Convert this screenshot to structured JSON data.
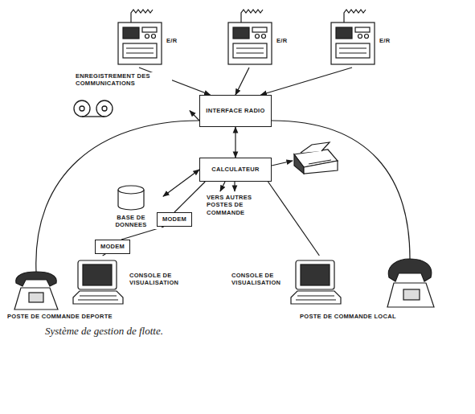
{
  "diagram": {
    "caption": "Système de gestion de flotte.",
    "nodes": [
      {
        "text": [
          "E/R"
        ]
      },
      {
        "text": [
          "E/R"
        ]
      },
      {
        "text": [
          "E/R"
        ]
      },
      {
        "text": [
          "ENREGISTREMENT DES COMMUNICATIONS"
        ]
      },
      {
        "text": [
          "INTERFACE RADIO"
        ]
      },
      {
        "text": [
          "CALCULATEUR"
        ]
      },
      {
        "text": [
          "BASE DE DONNEES"
        ]
      },
      {
        "text": [
          "MODEM"
        ]
      },
      {
        "text": [
          "MODEM"
        ]
      },
      {
        "text": [
          "CONSOLE DE VISUALISATION"
        ]
      },
      {
        "text": [
          "CONSOLE DE VISUALISATION"
        ]
      }
    ],
    "edges": [
      {
        "from": 0,
        "to": 4,
        "arrow": "to"
      },
      {
        "from": 1,
        "to": 4,
        "arrow": "to"
      },
      {
        "from": 2,
        "to": 4,
        "arrow": "to"
      },
      {
        "from": 4,
        "to": 3,
        "arrow": "to"
      },
      {
        "from": 4,
        "to": 5,
        "arrow": "both"
      },
      {
        "from": 5,
        "to": 6,
        "arrow": "both"
      },
      {
        "from": 5,
        "to": 7,
        "arrow": "none"
      },
      {
        "from": 7,
        "to": 8,
        "arrow": "none"
      },
      {
        "from": 8,
        "to": 9,
        "arrow": "none"
      },
      {
        "from": 5,
        "to": 10,
        "arrow": "none"
      }
    ],
    "labels": [
      "VERS AUTRES POSTES DE COMMANDE",
      "POSTE DE COMMANDE DEPORTE",
      "POSTE DE COMMANDE LOCAL"
    ]
  }
}
